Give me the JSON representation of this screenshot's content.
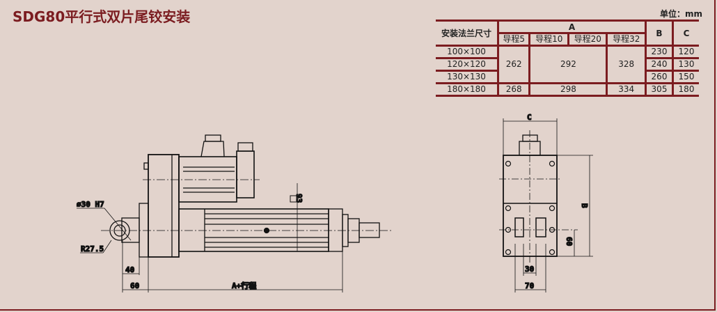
{
  "title": "SDG80平行式双片尾铰安装",
  "unit": "单位：mm",
  "table": {
    "header_size": "安装法兰尺寸",
    "header_a": "A",
    "header_b": "B",
    "header_c": "C",
    "leads": [
      "导程5",
      "导程10",
      "导程20",
      "导程32"
    ],
    "rows": [
      {
        "size": "100×100",
        "b": "230",
        "c": "120"
      },
      {
        "size": "120×120",
        "b": "240",
        "c": "130"
      },
      {
        "size": "130×130",
        "b": "260",
        "c": "150"
      },
      {
        "size": "180×180",
        "b": "305",
        "c": "180"
      }
    ],
    "group1": {
      "lead5": "262",
      "lead10_20": "292",
      "lead32": "328"
    },
    "group2": {
      "lead5": "268",
      "lead10_20": "298",
      "lead32": "334"
    }
  },
  "side_view": {
    "bore": "⌀30 H7",
    "radius": "R27.5",
    "dim_40": "40",
    "dim_60": "60",
    "dim_a": "A+行程",
    "dim_93": "93"
  },
  "end_view": {
    "dim_c": "C",
    "dim_b": "B",
    "dim_60": "60",
    "dim_30": "30",
    "dim_70": "70"
  }
}
